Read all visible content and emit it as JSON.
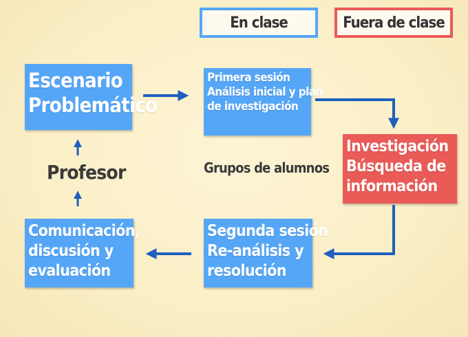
{
  "legend": {
    "in_class": "En clase",
    "out_class": "Fuera de clase"
  },
  "nodes": {
    "scenario": [
      "Escenario",
      "Problemático"
    ],
    "first_session": [
      "Primera sesión",
      "Análisis inicial y plan",
      "de investigación"
    ],
    "investigation": [
      "Investigación",
      "Búsqueda de",
      "información"
    ],
    "second_session": [
      "Segunda sesión",
      "Re-análisis y",
      "resolución"
    ],
    "communication": [
      "Comunicación,",
      "discusión y",
      "evaluación"
    ]
  },
  "labels": {
    "teacher": "Profesor",
    "groups": "Grupos de alumnos"
  },
  "colors": {
    "in_class": "#55a6f7",
    "out_class": "#ea5a57",
    "arrow": "#1f5fbf",
    "background": "#fcf0c8"
  }
}
